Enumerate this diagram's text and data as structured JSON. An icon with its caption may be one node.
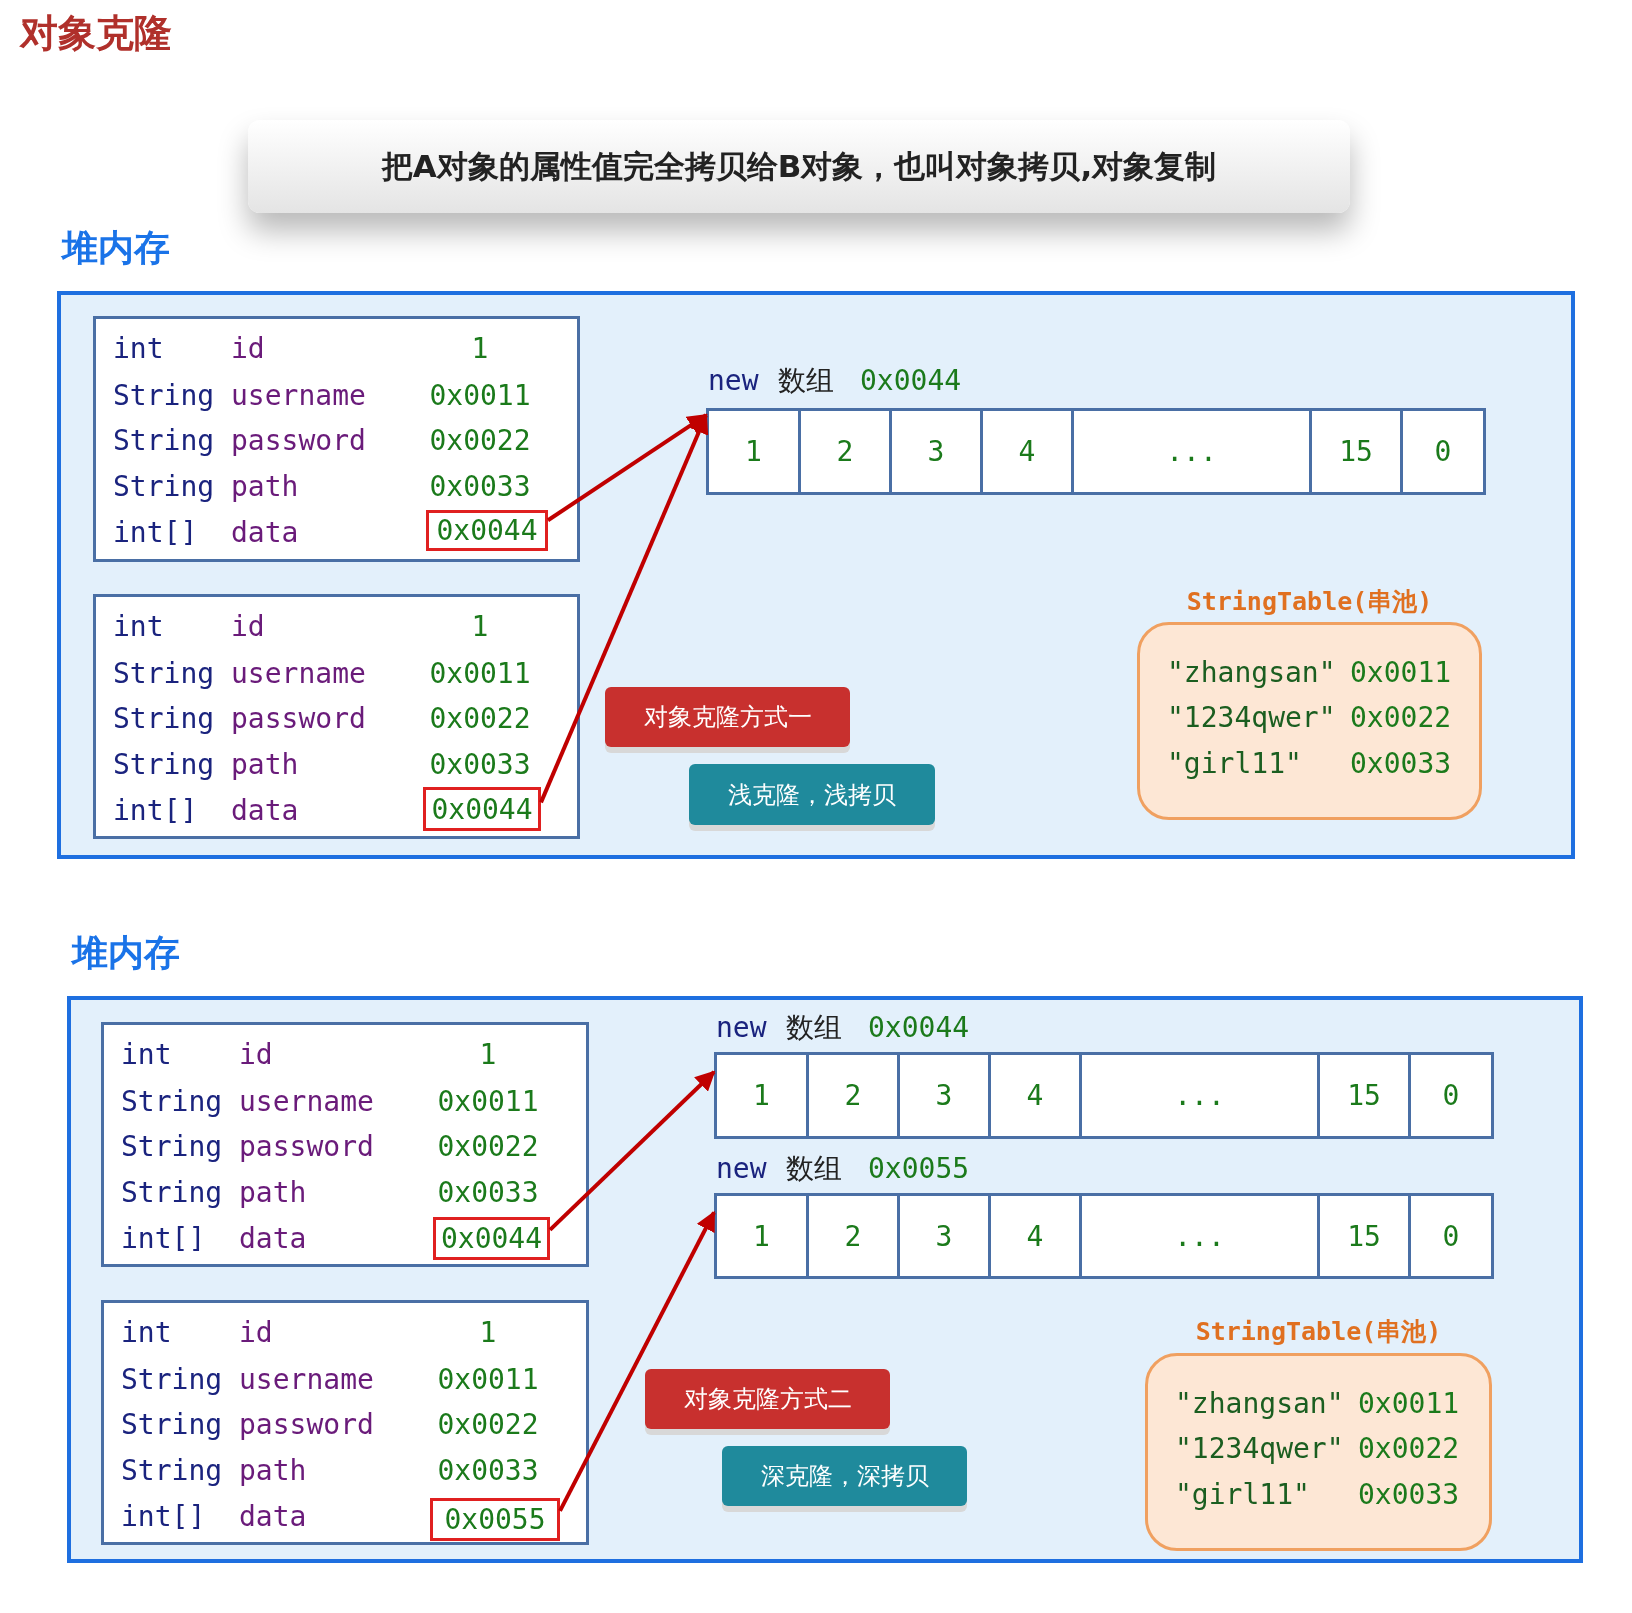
{
  "diagram": {
    "title": "对象克隆",
    "nodes": [
      {
        "text": [
          "把A对象的属性值完全拷贝给B对象，也叫对象拷贝,对象复制"
        ]
      },
      {
        "text": [
          "堆内存"
        ]
      },
      {
        "text": [
          "int",
          "id",
          "1",
          "String",
          "username",
          "0x0011",
          "String",
          "password",
          "0x0022",
          "String",
          "path",
          "0x0033",
          "int[]",
          "data"
        ],
        "in": 1
      },
      {
        "text": [
          "0x0044"
        ],
        "in": 2
      },
      {
        "text": [
          "int",
          "id",
          "1",
          "String",
          "username",
          "0x0011",
          "String",
          "password",
          "0x0022",
          "String",
          "path",
          "0x0033",
          "int[]",
          "data"
        ],
        "in": 1
      },
      {
        "text": [
          "0x0044"
        ],
        "in": 4
      },
      {
        "text": [
          "new",
          "数组",
          "0x0044",
          "1",
          "2",
          "3",
          "4",
          "...",
          "15",
          "0"
        ],
        "in": 1
      },
      {
        "text": [
          "StringTable(串池)",
          "\"zhangsan\"",
          "0x0011",
          "\"1234qwer\"",
          "0x0022",
          "\"girl11\"",
          "0x0033"
        ],
        "in": 1
      },
      {
        "text": [
          "对象克隆方式一"
        ],
        "in": 1
      },
      {
        "text": [
          "浅克隆，浅拷贝"
        ],
        "in": 1
      },
      {
        "text": [
          "堆内存"
        ]
      },
      {
        "text": [
          "int",
          "id",
          "1",
          "String",
          "username",
          "0x0011",
          "String",
          "password",
          "0x0022",
          "String",
          "path",
          "0x0033",
          "int[]",
          "data"
        ],
        "in": 10
      },
      {
        "text": [
          "0x0044"
        ],
        "in": 11
      },
      {
        "text": [
          "int",
          "id",
          "1",
          "String",
          "username",
          "0x0011",
          "String",
          "password",
          "0x0022",
          "String",
          "path",
          "0x0033",
          "int[]",
          "data"
        ],
        "in": 10
      },
      {
        "text": [
          "0x0055"
        ],
        "in": 13
      },
      {
        "text": [
          "new",
          "数组",
          "0x0044",
          "1",
          "2",
          "3",
          "4",
          "...",
          "15",
          "0"
        ],
        "in": 10
      },
      {
        "text": [
          "new",
          "数组",
          "0x0055",
          "1",
          "2",
          "3",
          "4",
          "...",
          "15",
          "0"
        ],
        "in": 10
      },
      {
        "text": [
          "StringTable(串池)",
          "\"zhangsan\"",
          "0x0011",
          "\"1234qwer\"",
          "0x0022",
          "\"girl11\"",
          "0x0033"
        ],
        "in": 10
      },
      {
        "text": [
          "对象克隆方式二"
        ],
        "in": 10
      },
      {
        "text": [
          "深克隆，深拷贝"
        ],
        "in": 10
      }
    ],
    "edges": [
      {
        "from": 3,
        "to": 6,
        "arrow": "to"
      },
      {
        "from": 5,
        "to": 6,
        "arrow": "to"
      },
      {
        "from": 12,
        "to": 15,
        "arrow": "to"
      },
      {
        "from": 14,
        "to": 16,
        "arrow": "to"
      }
    ]
  }
}
